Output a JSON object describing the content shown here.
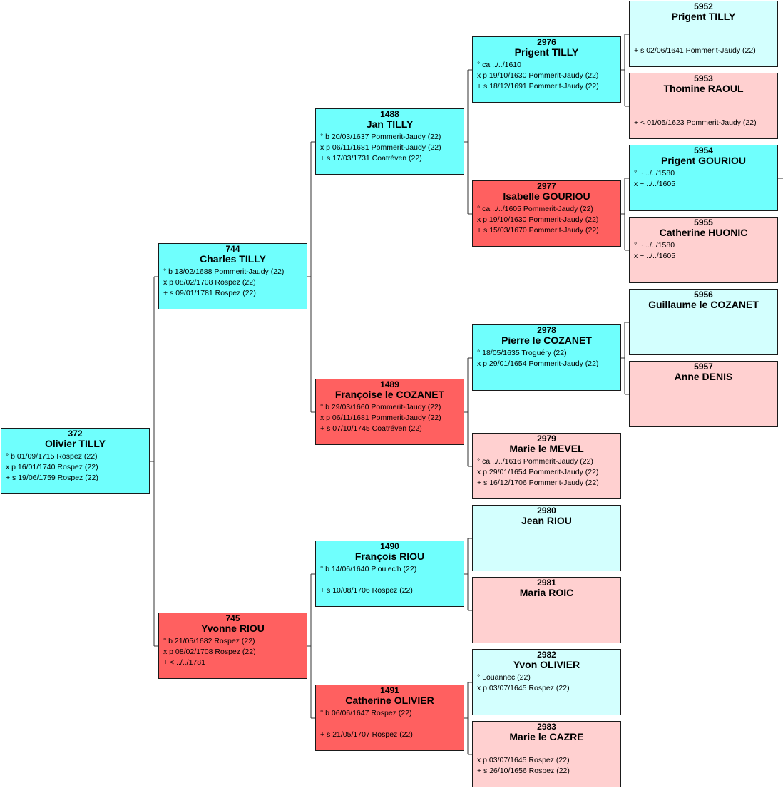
{
  "persons": [
    {
      "id": "p372",
      "num": "372",
      "name": "Olivier TILLY",
      "events": [
        "° b 01/09/1715 Rospez (22)",
        "x p 16/01/1740 Rospez (22)",
        "+ s 19/06/1759 Rospez (22)"
      ],
      "color": "cyan"
    },
    {
      "id": "p744",
      "num": "744",
      "name": "Charles TILLY",
      "events": [
        "° b 13/02/1688 Pommerit-Jaudy (22)",
        "x p 08/02/1708 Rospez (22)",
        "+ s 09/01/1781 Rospez (22)"
      ],
      "color": "cyan"
    },
    {
      "id": "p745",
      "num": "745",
      "name": "Yvonne RIOU",
      "events": [
        "° b 21/05/1682 Rospez (22)",
        "x p 08/02/1708 Rospez (22)",
        "+ < ../../1781"
      ],
      "color": "red"
    },
    {
      "id": "p1488",
      "num": "1488",
      "name": "Jan TILLY",
      "events": [
        "° b 20/03/1637 Pommerit-Jaudy (22)",
        "x p 06/11/1681 Pommerit-Jaudy (22)",
        "+ s 17/03/1731 Coatréven (22)"
      ],
      "color": "cyan"
    },
    {
      "id": "p1489",
      "num": "1489",
      "name": "Françoise le COZANET",
      "events": [
        "° b 29/03/1660 Pommerit-Jaudy (22)",
        "x p 06/11/1681 Pommerit-Jaudy (22)",
        "+ s 07/10/1745 Coatréven (22)"
      ],
      "color": "red"
    },
    {
      "id": "p1490",
      "num": "1490",
      "name": "François RIOU",
      "events": [
        "° b 14/06/1640 Ploulec'h (22)",
        "",
        "+ s 10/08/1706 Rospez (22)"
      ],
      "color": "cyan"
    },
    {
      "id": "p1491",
      "num": "1491",
      "name": "Catherine OLIVIER",
      "events": [
        "° b 06/06/1647 Rospez (22)",
        "",
        "+ s 21/05/1707 Rospez (22)"
      ],
      "color": "red"
    },
    {
      "id": "p2976",
      "num": "2976",
      "name": "Prigent TILLY",
      "events": [
        "° ca ../../1610",
        "x p 19/10/1630 Pommerit-Jaudy (22)",
        "+ s 18/12/1691 Pommerit-Jaudy (22)"
      ],
      "color": "cyan"
    },
    {
      "id": "p2977",
      "num": "2977",
      "name": "Isabelle GOURIOU",
      "events": [
        "° ca ../../1605 Pommerit-Jaudy (22)",
        "x p 19/10/1630 Pommerit-Jaudy (22)",
        "+ s 15/03/1670 Pommerit-Jaudy (22)"
      ],
      "color": "red"
    },
    {
      "id": "p2978",
      "num": "2978",
      "name": "Pierre le COZANET",
      "events": [
        "° 18/05/1635 Troguéry (22)",
        "x p 29/01/1654 Pommerit-Jaudy (22)"
      ],
      "color": "cyan"
    },
    {
      "id": "p2979",
      "num": "2979",
      "name": "Marie le MEVEL",
      "events": [
        "° ca ../../1616 Pommerit-Jaudy (22)",
        "x p 29/01/1654 Pommerit-Jaudy (22)",
        "+ s 16/12/1706 Pommerit-Jaudy (22)"
      ],
      "color": "pink"
    },
    {
      "id": "p2980",
      "num": "2980",
      "name": "Jean RIOU",
      "events": [],
      "color": "lcyan"
    },
    {
      "id": "p2981",
      "num": "2981",
      "name": "Maria ROIC",
      "events": [],
      "color": "pink"
    },
    {
      "id": "p2982",
      "num": "2982",
      "name": "Yvon OLIVIER",
      "events": [
        "° Louannec (22)",
        "x p 03/07/1645 Rospez (22)"
      ],
      "color": "lcyan"
    },
    {
      "id": "p2983",
      "num": "2983",
      "name": "Marie le CAZRE",
      "events": [
        "",
        "x p 03/07/1645 Rospez (22)",
        "+ s 26/10/1656 Rospez (22)"
      ],
      "color": "pink"
    },
    {
      "id": "p5952",
      "num": "5952",
      "name": "Prigent TILLY",
      "events": [
        "",
        "",
        "+ s 02/06/1641 Pommerit-Jaudy (22)"
      ],
      "color": "lcyan"
    },
    {
      "id": "p5953",
      "num": "5953",
      "name": "Thomine RAOUL",
      "events": [
        "",
        "",
        "+ < 01/05/1623 Pommerit-Jaudy (22)"
      ],
      "color": "pink"
    },
    {
      "id": "p5954",
      "num": "5954",
      "name": "Prigent GOURIOU",
      "events": [
        "° ~ ../../1580",
        "x ~ ../../1605"
      ],
      "color": "cyan"
    },
    {
      "id": "p5955",
      "num": "5955",
      "name": "Catherine HUONIC",
      "events": [
        "° ~ ../../1580",
        "x ~ ../../1605"
      ],
      "color": "pink"
    },
    {
      "id": "p5956",
      "num": "5956",
      "name": "Guillaume le COZANET",
      "events": [],
      "color": "lcyan"
    },
    {
      "id": "p5957",
      "num": "5957",
      "name": "Anne DENIS",
      "events": [],
      "color": "pink"
    }
  ]
}
